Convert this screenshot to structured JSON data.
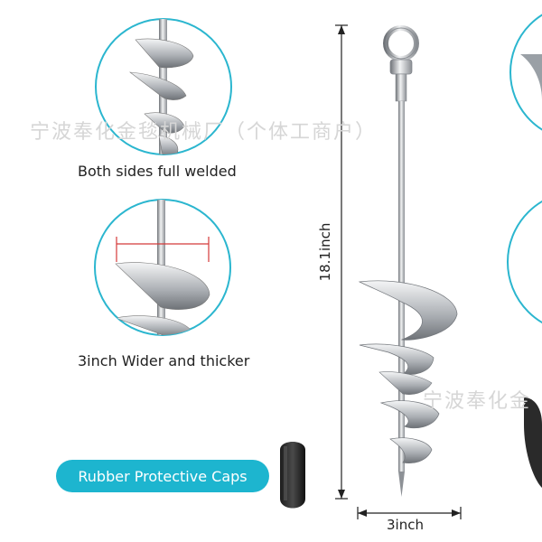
{
  "captions": {
    "weld": "Both sides full welded",
    "wider": "3inch Wider and thicker",
    "caps": "Rubber Protective Caps"
  },
  "dimensions": {
    "height": "18.1inch",
    "width": "3inch"
  },
  "watermark": {
    "main": "宁波奉化金毯机械厂（个体工商户）",
    "secondary": "宁波奉化金"
  },
  "colors": {
    "accent": "#1db5cf",
    "dimension_line": "#d43a3a",
    "steel_light": "#e8eaec",
    "steel_dark": "#7c8085"
  }
}
